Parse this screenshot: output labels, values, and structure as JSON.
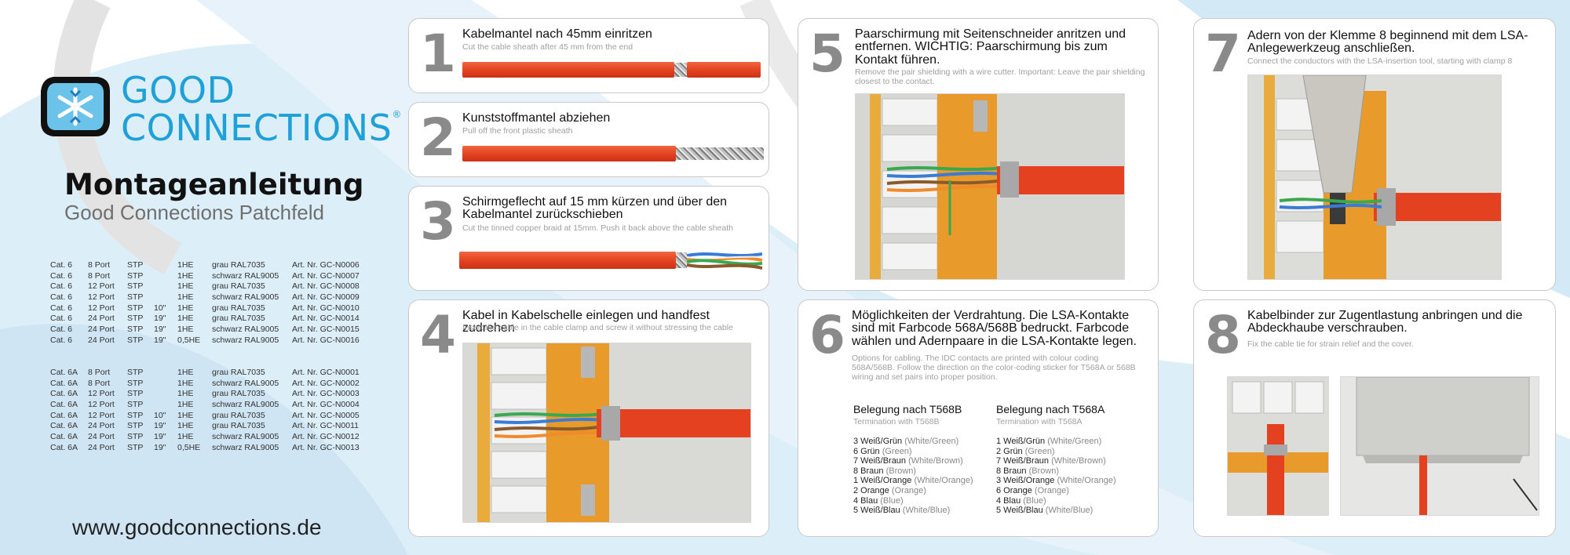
{
  "brand": {
    "line1": "GOOD",
    "line2": "CONNECTIONS",
    "registered": "®"
  },
  "title": "Montageanleitung",
  "subtitle": "Good Connections Patchfeld",
  "articles_cat6": [
    [
      "Cat. 6",
      "8 Port",
      "STP",
      "",
      "1HE",
      "grau RAL7035",
      "Art. Nr. GC-N0006"
    ],
    [
      "Cat. 6",
      "8 Port",
      "STP",
      "",
      "1HE",
      "schwarz RAL9005",
      "Art. Nr. GC-N0007"
    ],
    [
      "Cat. 6",
      "12 Port",
      "STP",
      "",
      "1HE",
      "grau RAL7035",
      "Art. Nr. GC-N0008"
    ],
    [
      "Cat. 6",
      "12 Port",
      "STP",
      "",
      "1HE",
      "schwarz RAL9005",
      "Art. Nr. GC-N0009"
    ],
    [
      "Cat. 6",
      "12 Port",
      "STP",
      "10\"",
      "1HE",
      "grau RAL7035",
      "Art. Nr. GC-N0010"
    ],
    [
      "Cat. 6",
      "24 Port",
      "STP",
      "19\"",
      "1HE",
      "grau RAL7035",
      "Art. Nr. GC-N0014"
    ],
    [
      "Cat. 6",
      "24 Port",
      "STP",
      "19\"",
      "1HE",
      "schwarz RAL9005",
      "Art. Nr. GC-N0015"
    ],
    [
      "Cat. 6",
      "24 Port",
      "STP",
      "19\"",
      "0,5HE",
      "schwarz RAL9005",
      "Art. Nr. GC-N0016"
    ]
  ],
  "articles_cat6a": [
    [
      "Cat. 6A",
      "8 Port",
      "STP",
      "",
      "1HE",
      "grau RAL7035",
      "Art. Nr. GC-N0001"
    ],
    [
      "Cat. 6A",
      "8 Port",
      "STP",
      "",
      "1HE",
      "schwarz RAL9005",
      "Art. Nr. GC-N0002"
    ],
    [
      "Cat. 6A",
      "12 Port",
      "STP",
      "",
      "1HE",
      "grau RAL7035",
      "Art. Nr. GC-N0003"
    ],
    [
      "Cat. 6A",
      "12 Port",
      "STP",
      "",
      "1HE",
      "schwarz RAL9005",
      "Art. Nr. GC-N0004"
    ],
    [
      "Cat. 6A",
      "12 Port",
      "STP",
      "10\"",
      "1HE",
      "grau RAL7035",
      "Art. Nr. GC-N0005"
    ],
    [
      "Cat. 6A",
      "24 Port",
      "STP",
      "19\"",
      "1HE",
      "grau RAL7035",
      "Art. Nr. GC-N0011"
    ],
    [
      "Cat. 6A",
      "24 Port",
      "STP",
      "19\"",
      "1HE",
      "schwarz RAL9005",
      "Art. Nr. GC-N0012"
    ],
    [
      "Cat. 6A",
      "24 Port",
      "STP",
      "19\"",
      "0,5HE",
      "schwarz RAL9005",
      "Art. Nr. GC-N0013"
    ]
  ],
  "website": "www.goodconnections.de",
  "steps": [
    {
      "num": "1",
      "title": "Kabelmantel nach 45mm einritzen",
      "sub": "Cut the cable sheath after 45 mm from the end"
    },
    {
      "num": "2",
      "title": "Kunststoffmantel abziehen",
      "sub": "Pull off the front plastic sheath"
    },
    {
      "num": "3",
      "title": "Schirmgeflecht auf 15 mm kürzen und über den Kabelmantel zurückschieben",
      "sub": "Cut the tinned copper braid at 15mm. Push it back above the cable sheath"
    },
    {
      "num": "4",
      "title": "Kabel in Kabelschelle einlegen und handfest zudrehen",
      "sub": "Insert the cable in the cable clamp and screw it without stressing the cable"
    },
    {
      "num": "5",
      "title": "Paarschirmung mit Seitenschneider anritzen und entfernen. WICHTIG: Paarschirmung bis zum Kontakt führen.",
      "sub": "Remove the pair shielding with a wire cutter. Important: Leave the pair shielding closest to the contact."
    },
    {
      "num": "6",
      "title": "Möglichkeiten der Verdrahtung. Die LSA-Kontakte sind mit Farbcode 568A/568B bedruckt. Farbcode wählen und Adernpaare in die LSA-Kontakte legen.",
      "sub": "Options for cabling. The IDC contacts are printed with colour coding 568A/568B. Follow the direction on the color-coding sticker for T568A or 568B wiring and set pairs into proper position."
    },
    {
      "num": "7",
      "title": "Adern von der Klemme 8 beginnend mit dem LSA-Anlegewerkzeug anschließen.",
      "sub": "Connect the conductors with the LSA-insertion tool, starting with clamp 8"
    },
    {
      "num": "8",
      "title": "Kabelbinder zur Zugentlastung anbringen und die Abdeckhaube verschrauben.",
      "sub": "Fix the cable tie for strain relief and the cover."
    }
  ],
  "t568b": {
    "heading": "Belegung nach T568B",
    "sub": "Termination with T568B",
    "items": [
      [
        "3 Weiß/Grün",
        " (White/Green)"
      ],
      [
        "6 Grün",
        " (Green)"
      ],
      [
        "7 Weiß/Braun",
        " (White/Brown)"
      ],
      [
        "8 Braun",
        " (Brown)"
      ],
      [
        "1 Weiß/Orange",
        " (White/Orange)"
      ],
      [
        "2 Orange",
        " (Orange)"
      ],
      [
        "4 Blau",
        " (Blue)"
      ],
      [
        "5 Weiß/Blau",
        " (White/Blue)"
      ]
    ]
  },
  "t568a": {
    "heading": "Belegung nach T568A",
    "sub": "Termination with T568A",
    "items": [
      [
        "1 Weiß/Grün",
        " (White/Green)"
      ],
      [
        "2 Grün",
        " (Green)"
      ],
      [
        "7 Weiß/Braun",
        " (White/Brown)"
      ],
      [
        "8 Braun",
        " (Brown)"
      ],
      [
        "3 Weiß/Orange",
        " (White/Orange)"
      ],
      [
        "6 Orange",
        " (Orange)"
      ],
      [
        "4 Blau",
        " (Blue)"
      ],
      [
        "5 Weiß/Blau",
        " (White/Blue)"
      ]
    ]
  },
  "colors": {
    "brand": "#1ea0d8",
    "cable": "#e3411f",
    "panel": "#f29b1f",
    "number": "#8a8a8a"
  }
}
